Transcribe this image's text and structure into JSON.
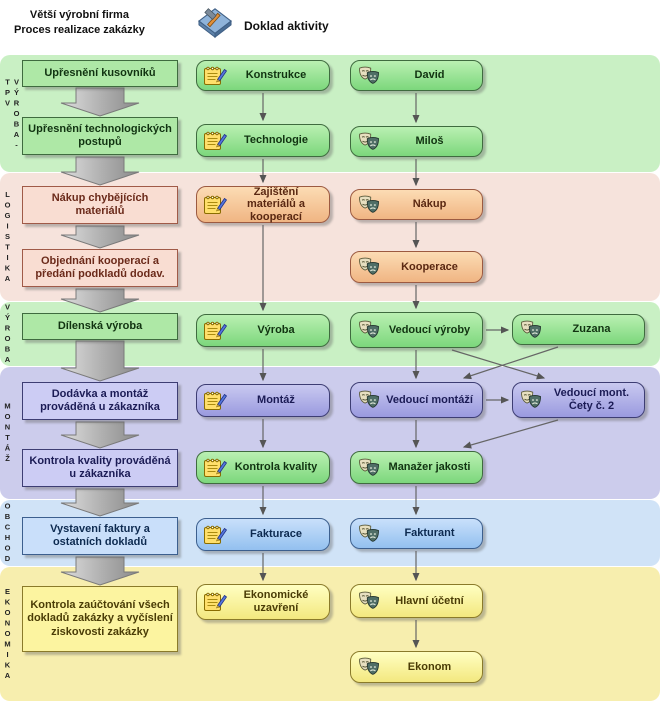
{
  "palette": {
    "band_green": "#c9f0c4",
    "band_pink": "#f6e3dc",
    "band_purple": "#ccccec",
    "band_blue": "#d0e3f7",
    "band_yellow": "#f7eeae",
    "node_green": "#7cd77c",
    "node_salmon": "#f0b583",
    "node_purple": "#9a9adf",
    "node_blue": "#93c0ef",
    "node_yellow": "#f3e87f",
    "arrow_gray": "#9a9a9a"
  },
  "header": {
    "title_line1": "Větší výrobní firma",
    "title_line2": "Proces realizace zakázky",
    "legend": "Doklad aktivity"
  },
  "bands": {
    "tpv": "VÝROBA-TPV",
    "logistika": "LOGISTIKA",
    "vyroba": "VÝROBA",
    "montaz": "MONTÁŽ",
    "obchod": "OBCHOD",
    "ekonomika": "EKONOMIKA"
  },
  "processes": {
    "p1": "Upřesnění kusovníků",
    "p2": "Upřesnění technologických postupů",
    "p3": "Nákup chybějících materiálů",
    "p4": "Objednání kooperací a předání podkladů dodav.",
    "p5": "Dílenská výroba",
    "p6": "Dodávka a montáž prováděná u zákazníka",
    "p7": "Kontrola kvality prováděná u zákazníka",
    "p8": "Vystavení faktury a ostatních dokladů",
    "p9": "Kontrola zaúčtování všech dokladů zakázky a vyčíslení ziskovosti zakázky"
  },
  "documents": {
    "konstrukce": "Konstrukce",
    "technologie": "Technologie",
    "zajisteni": "Zajištění materiálů a kooperací",
    "vyroba": "Výroba",
    "montaz": "Montáž",
    "kontrola_kvality": "Kontrola kvality",
    "fakturace": "Fakturace",
    "ekonomicke_uzavreni": "Ekonomické uzavření"
  },
  "roles": {
    "david": "David",
    "milos": "Miloš",
    "nakup": "Nákup",
    "kooperace": "Kooperace",
    "vedouci_vyroby": "Vedoucí výroby",
    "vedouci_montazi": "Vedoucí montáží",
    "manazer_jakosti": "Manažer jakosti",
    "fakturant": "Fakturant",
    "hlavni_ucetni": "Hlavní účetní",
    "ekonom": "Ekonom",
    "zuzana": "Zuzana",
    "vedouci_mont_cety": "Vedoucí mont. Čety č. 2"
  }
}
